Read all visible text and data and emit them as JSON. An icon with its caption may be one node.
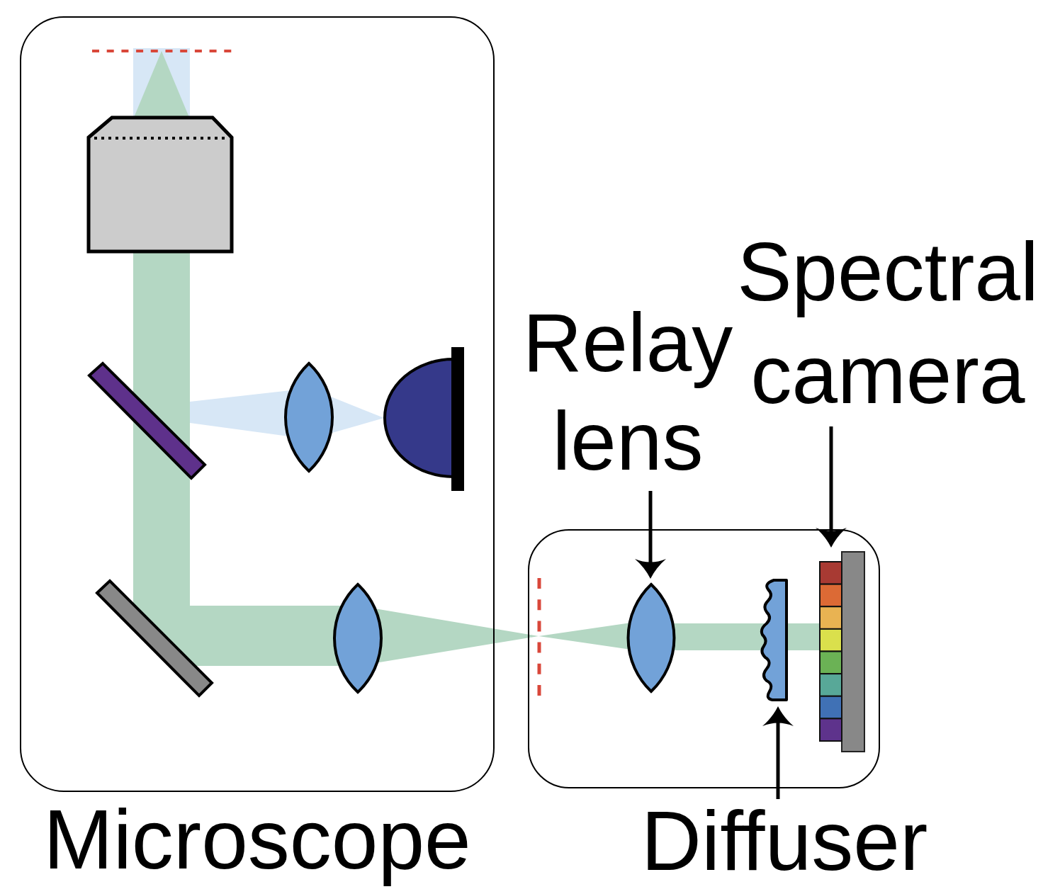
{
  "diagram": {
    "nodes": [
      {
        "text": [
          "Microscope"
        ]
      },
      {
        "text": [],
        "shape": "box"
      },
      {
        "text": [
          "Relay lens"
        ]
      },
      {
        "text": [],
        "shape": "lens",
        "in": 1
      },
      {
        "text": [
          "Spectral camera"
        ]
      },
      {
        "text": [],
        "shape": "sensor",
        "in": 1
      },
      {
        "text": [
          "Diffuser"
        ]
      },
      {
        "text": [],
        "shape": "plate",
        "in": 1
      }
    ],
    "edges": [
      {
        "from": 2,
        "to": 3,
        "arrow": "to"
      },
      {
        "from": 4,
        "to": 5,
        "arrow": "to"
      },
      {
        "from": 6,
        "to": 7,
        "arrow": "to"
      }
    ]
  }
}
